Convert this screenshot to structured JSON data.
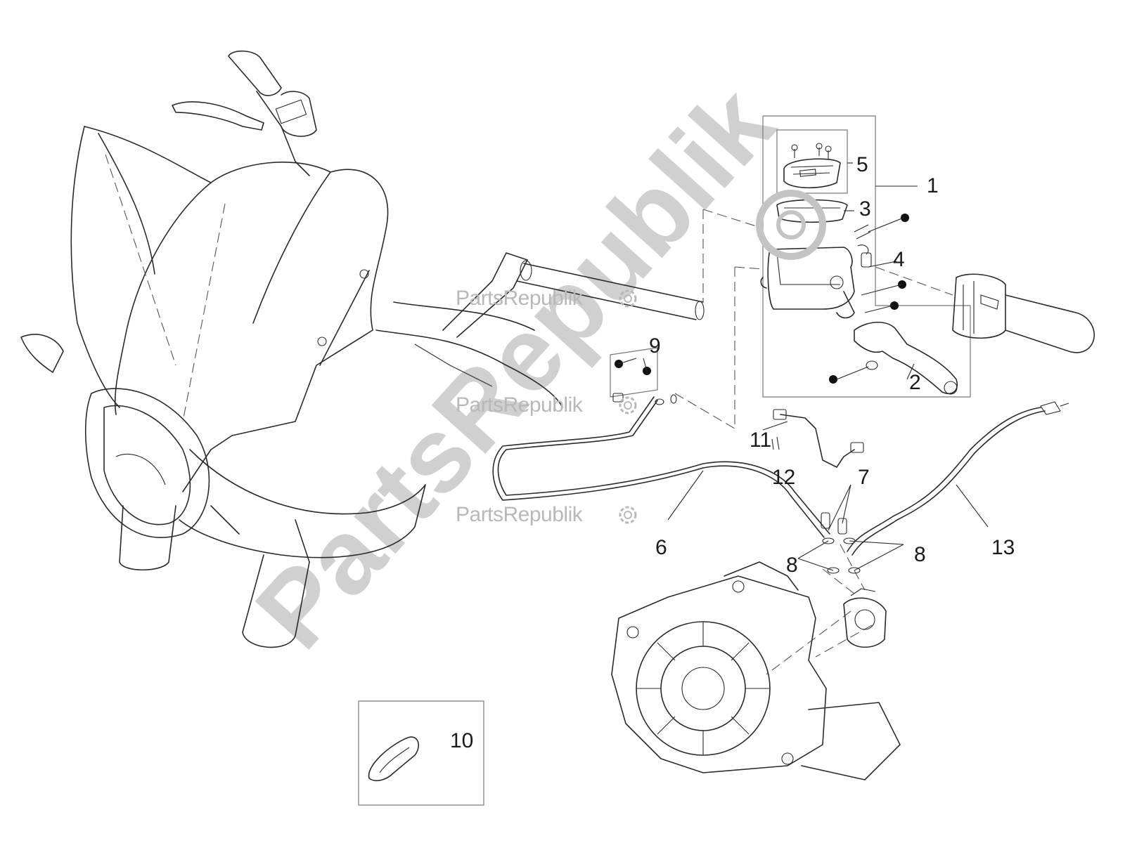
{
  "watermark": {
    "brand": "PartsRepublik",
    "small_marks": [
      "PartsRepublik",
      "PartsRepublik",
      "PartsRepublik"
    ]
  },
  "callouts": [
    "1",
    "2",
    "3",
    "4",
    "5",
    "6",
    "7",
    "8",
    "8",
    "9",
    "10",
    "11",
    "12",
    "13"
  ],
  "colors": {
    "line": "#2a2a2a",
    "watermark": "#b8b8b8",
    "background": "#ffffff"
  }
}
